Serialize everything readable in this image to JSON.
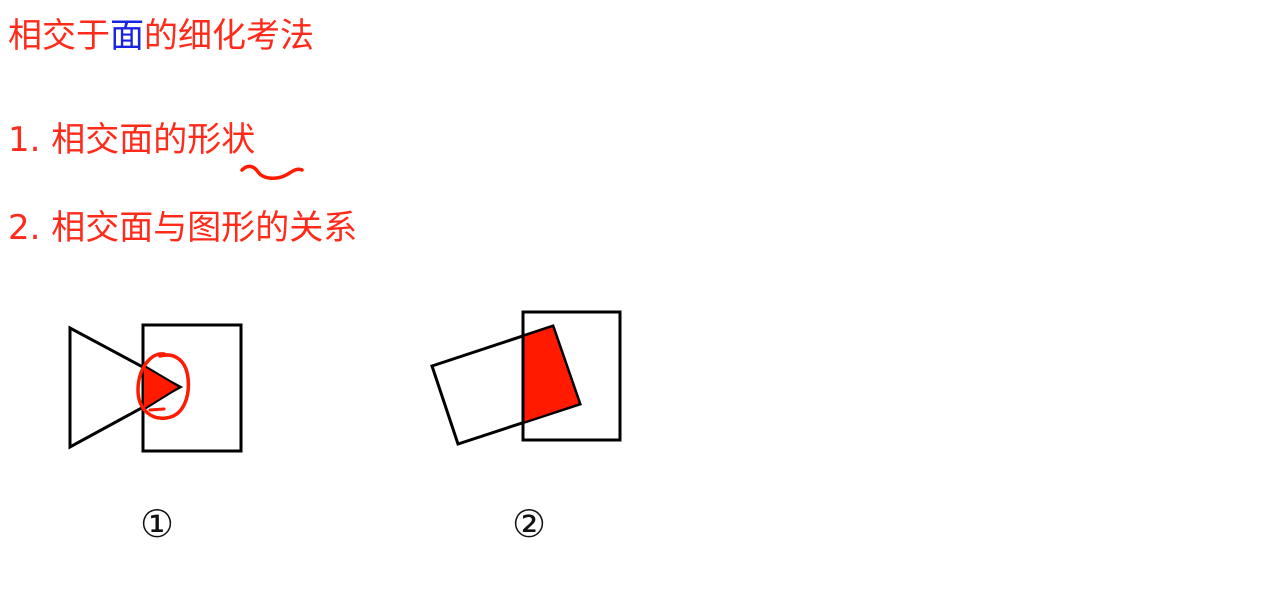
{
  "title": {
    "before": "相交于",
    "accent": "面",
    "after": "的细化考法"
  },
  "points": [
    {
      "number": "1.",
      "text": "相交面的形状"
    },
    {
      "number": "2.",
      "text": "相交面与图形的关系"
    }
  ],
  "figures": [
    {
      "label": "①"
    },
    {
      "label": "②"
    }
  ],
  "colors": {
    "text_red": "#ff2a1a",
    "accent_blue": "#1a24e0",
    "fill_red": "#ff1a00",
    "outline": "#000000"
  }
}
